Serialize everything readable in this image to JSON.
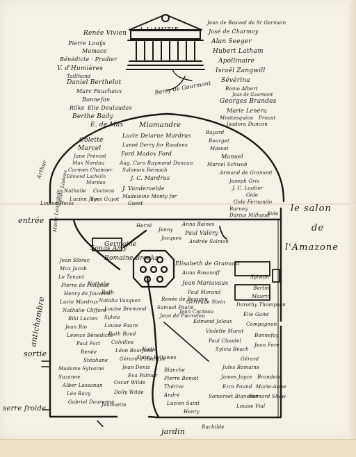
{
  "temple": {
    "sign": "A L'AMITIE"
  },
  "names_top_left": [
    "Renée Vivien",
    "Pierre Louÿs",
    "Mamace",
    "Bénédicte · Pradier",
    "V. d'Humières",
    "Taillhand",
    "Daniel Berthelot",
    "Marc Fauchaux",
    "Bonnefon",
    "Rilke",
    "Elie Deulaudes",
    "Berthe Bady",
    "E. de Max"
  ],
  "names_top_right": [
    "Jean de Bosved de St Germain",
    "José de Charmoy",
    "Alan Seeger",
    "Hubert Latham",
    "Apollinaire",
    "Israël Zangwill",
    "Sévérina",
    "Remo Albert",
    "Jean de Gourmont",
    "Georges Brandes",
    "Marie Lenéru",
    "Montesquiou",
    "Proust",
    "Isadora Duncan"
  ],
  "remy": "Remy de Gourmont",
  "arch_names": [
    "Miomandre",
    "Lucie Delarue Mardrus",
    "Lanoë Derry for Roadens",
    "Ford Madox Ford",
    "Aug. Caro Raymond Duncan",
    "Salomon Reinach",
    "J. C. Mardrus",
    "J. Vandervelde",
    "Madeleine Monty for",
    "Guest"
  ],
  "arch_left": [
    "Colette",
    "Marcel",
    "Jane Prévost",
    "Max Nordau",
    "Carmen Chamier",
    "Edmond Lachelin",
    "Moréas",
    "Nathalie",
    "Cocteau",
    "Lucien Jaye",
    "Yves Guyot"
  ],
  "arch_right": [
    "Bayard",
    "Bourget",
    "Massot",
    "Manuel",
    "Marcel Schwob",
    "Armand de Gramont",
    "Joseph Gris",
    "J. C. Lautier",
    "Gide",
    "Gide Fernando",
    "Barney",
    "Darius Milhaud"
  ],
  "left_margin": [
    "Arthur",
    "Amilie Lisieux",
    "Louise Weiss",
    "entrée",
    "antichambre",
    "sortie",
    "serre froide"
  ],
  "right_side": {
    "line1": "le salon",
    "line2": "de",
    "line3": "l'Amazone",
    "tag": "Side"
  },
  "inner_names": [
    "Romaine Brooks",
    "Germaine",
    "Anna Baines",
    "Paul Valéry",
    "Andrée Salmon",
    "Élisabeth de Gramont",
    "Anna Rosanoff",
    "Jean Mariavaux",
    "Paul Morand",
    "Gertrude Stein",
    "Jean Cocteau",
    "Edmond Jaloux",
    "Violette Murat",
    "Paul Claudel",
    "Sylvia Beach",
    "Gérard",
    "Jules Romains",
    "James Joyce",
    "Ezra Pound",
    "Somerset Bianeron",
    "Dorothy Thompson",
    "Élie Gaité",
    "Compagnon",
    "Bernard Shaw",
    "Louise Vial",
    "Jean Sibrac",
    "Max Jacob",
    "Le Tenant",
    "Pierre de Polignac",
    "Henry de Jouvenel",
    "Lucie Mardrus",
    "Nathalie Clifford",
    "Riki Lucien",
    "Jean Rio",
    "Léonce Bénédicte",
    "Paul Fort",
    "Renée",
    "Stéphane",
    "Madame Sylvaine",
    "Suzanne",
    "Alber Lassanan",
    "Léo Ravy",
    "Gabriel Daurenne",
    "Jeannette",
    "Dolly Wilde",
    "Oscar Wilde",
    "Songs Amy",
    "Nathalie",
    "Ruth",
    "Natalia Vasquez",
    "Louise Bremond",
    "Sylvia",
    "Louise Faure",
    "Ruth Roud",
    "Colvilles",
    "Léon Bourjeau",
    "Gérard d'Houville",
    "Jean Denis",
    "Eva Palmer",
    "Marie Laurencin",
    "Renée de Beaujeu",
    "Samuel Paulis",
    "Jean de Pierrefeu",
    "Blanche",
    "Pierre Benoit",
    "Thérive",
    "André",
    "Lucien Saint",
    "Henry",
    "Nadia",
    "Daisy Fellowes",
    "Jenny",
    "Jacques",
    "Hervé",
    "Sylvain",
    "Bertin",
    "Maurin",
    "Bonnefoy",
    "Jean Fore",
    "Brandeis",
    "Marie-Anne"
  ],
  "jardin": "jardin",
  "rachilde": "Rachilde"
}
